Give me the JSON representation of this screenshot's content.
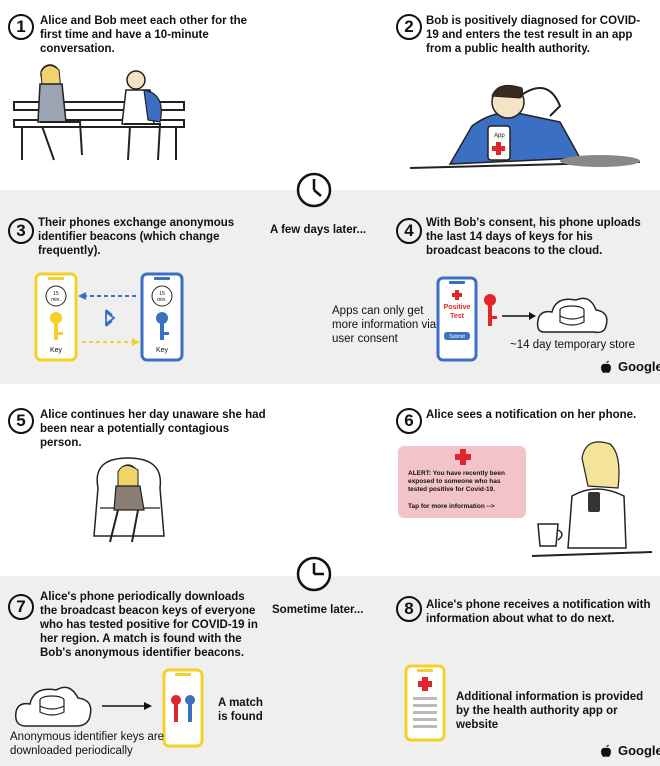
{
  "steps": [
    {
      "num": "1",
      "text": "Alice and Bob meet each other for the first time and have a 10-minute conversation."
    },
    {
      "num": "2",
      "text": "Bob is positively diagnosed for COVID-19 and enters the test result in an app from a public health authority."
    },
    {
      "num": "3",
      "text": "Their phones exchange anonymous identifier beacons (which change frequently)."
    },
    {
      "num": "4",
      "text": "With Bob's consent, his phone uploads the last 14 days of keys for his broadcast beacons to the cloud."
    },
    {
      "num": "5",
      "text": "Alice continues her day unaware she had been near a potentially contagious person."
    },
    {
      "num": "6",
      "text": "Alice sees a notification on her phone."
    },
    {
      "num": "7",
      "text": "Alice's phone periodically downloads the broadcast beacon keys of everyone who has tested positive for COVID-19 in her region. A match is found with the Bob's anonymous identifier beacons."
    },
    {
      "num": "8",
      "text": "Alice's phone receives a notification with information about what to do next."
    }
  ],
  "transitions": {
    "first": "A few days later...",
    "second": "Sometime later..."
  },
  "step2": {
    "app_label": "App"
  },
  "step3": {
    "timer_top": "15",
    "timer_unit": "min.",
    "key_label": "Key"
  },
  "step4": {
    "consent_text": "Apps can only get more information via user consent",
    "positive_line1": "Positive",
    "positive_line2": "Test",
    "submit_label": "Submit",
    "store_label": "~14 day temporary store"
  },
  "step6": {
    "alert_text": "ALERT: You have recently been exposed to someone who has tested positive for Covid-19.",
    "tap_text": "Tap for more information -->"
  },
  "step7": {
    "download_label": "Anonymous identifier keys are downloaded periodically",
    "match_label": "A match is found"
  },
  "step8": {
    "info_label": "Additional information is provided by the health authority app or website"
  },
  "brand": {
    "name": "Google",
    "icon": "apple-icon"
  },
  "colors": {
    "yellow": "#f4d12a",
    "blue": "#3b6fc4",
    "red": "#e0262b",
    "pink": "#f2c4c9",
    "band": "#efefef"
  }
}
